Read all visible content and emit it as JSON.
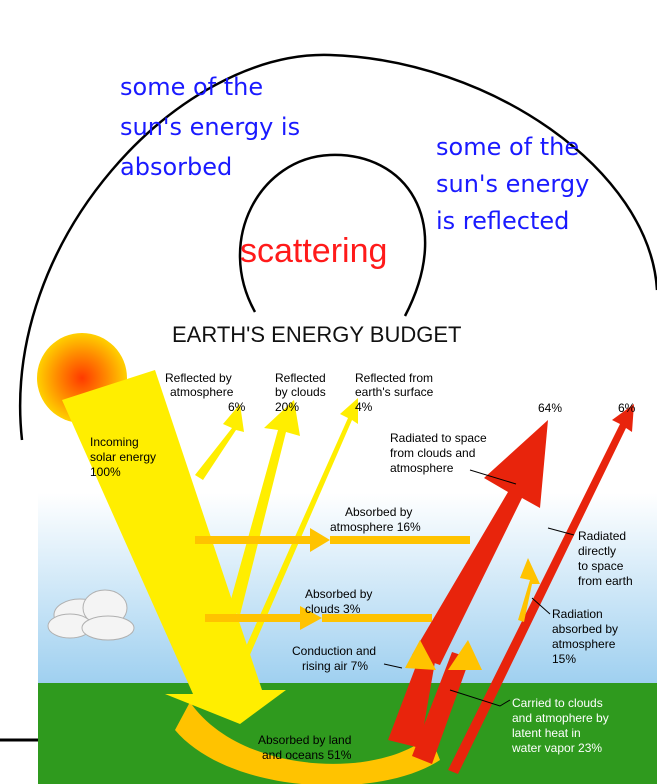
{
  "annotations": {
    "absorbed_line1": "some of the",
    "absorbed_line2": "sun's energy is",
    "absorbed_line3": "absorbed",
    "reflected_line1": "some of the",
    "reflected_line2": "sun's energy",
    "reflected_line3": "is reflected",
    "scattering": "scattering"
  },
  "diagram": {
    "title": "EARTH'S ENERGY BUDGET",
    "reflected_atmosphere": [
      "Reflected by",
      "atmosphere",
      "6%"
    ],
    "reflected_clouds": [
      "Reflected",
      "by clouds",
      "20%"
    ],
    "reflected_surface": [
      "Reflected from",
      "earth's surface",
      "4%"
    ],
    "out_64": "64%",
    "out_6": "6%",
    "incoming": [
      "Incoming",
      "solar energy",
      "100%"
    ],
    "radiated_clouds": [
      "Radiated to space",
      "from clouds and",
      "atmosphere"
    ],
    "absorbed_atmosphere": [
      "Absorbed by",
      "atmosphere 16%"
    ],
    "radiated_directly": [
      "Radiated",
      "directly",
      "to space",
      "from earth"
    ],
    "absorbed_clouds": [
      "Absorbed by",
      "clouds 3%"
    ],
    "radiation_absorbed": [
      "Radiation",
      "absorbed by",
      "atmosphere",
      "15%"
    ],
    "conduction": [
      "Conduction and",
      "rising air 7%"
    ],
    "latent": [
      "Carried to clouds",
      "and atmophere by",
      "latent heat in",
      "water vapor 23%"
    ],
    "absorbed_land": [
      "Absorbed by land",
      "and oceans 51%"
    ]
  },
  "colors": {
    "annotation_text": "#1a1aff",
    "scattering_text": "#ff1a1a",
    "yellow": "#ffee00",
    "orange": "#ffc300",
    "red": "#e8240c",
    "ground": "#2f9a1e",
    "sky_top": "#ffffff",
    "sky_bottom": "#9fd0f0"
  }
}
